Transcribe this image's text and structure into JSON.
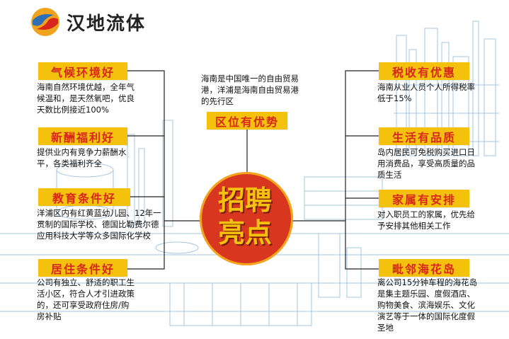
{
  "brand": {
    "name": "汉地流体",
    "logo_icon": "swirl-logo-icon"
  },
  "center": {
    "line1": "招聘",
    "line2": "亮点"
  },
  "left_items": [
    {
      "title": "气候环境好",
      "desc": "海南自然环境优越，全年气候温和，是天然氧吧，优良天数比例接近100%"
    },
    {
      "title": "新酬福利好",
      "desc": "提供业内有竞争力薪酬水平，各类福利齐全"
    },
    {
      "title": "教育条件好",
      "desc": "洋浦区内有红黄蓝幼儿园、12年一贯制的国际学校、德国比勒费尔德应用科技大学等众多国际化学校"
    },
    {
      "title": "居住条件好",
      "desc": "公司有独立、舒适的职工生活小区，符合人才引进政策的，还可享受政府住房/购房补贴"
    }
  ],
  "top_item": {
    "title": "区位有优势",
    "desc": "海南是中国唯一的自由贸易港，洋浦是海南自由贸易港的先行区"
  },
  "right_items": [
    {
      "title": "税收有优惠",
      "desc": "海南从业人员个人所得税率低于15%"
    },
    {
      "title": "生活有品质",
      "desc": "岛内居民可免税购买进口日用消费品，享受高质量的品质生活"
    },
    {
      "title": "家属有安排",
      "desc": "对入职员工的家属，优先给予安排其他相关工作"
    },
    {
      "title": "毗邻海花岛",
      "desc": "离公司15分钟车程的海花岛是集主题乐园、度假酒店、购物美食、滨海娱乐、文化演艺等于一体的国际化度假圣地"
    }
  ],
  "colors": {
    "tag_bg": "#f4c20d",
    "tag_text": "#d9261c",
    "circle": "#d9361f",
    "sketch": "#8fb7d8"
  }
}
